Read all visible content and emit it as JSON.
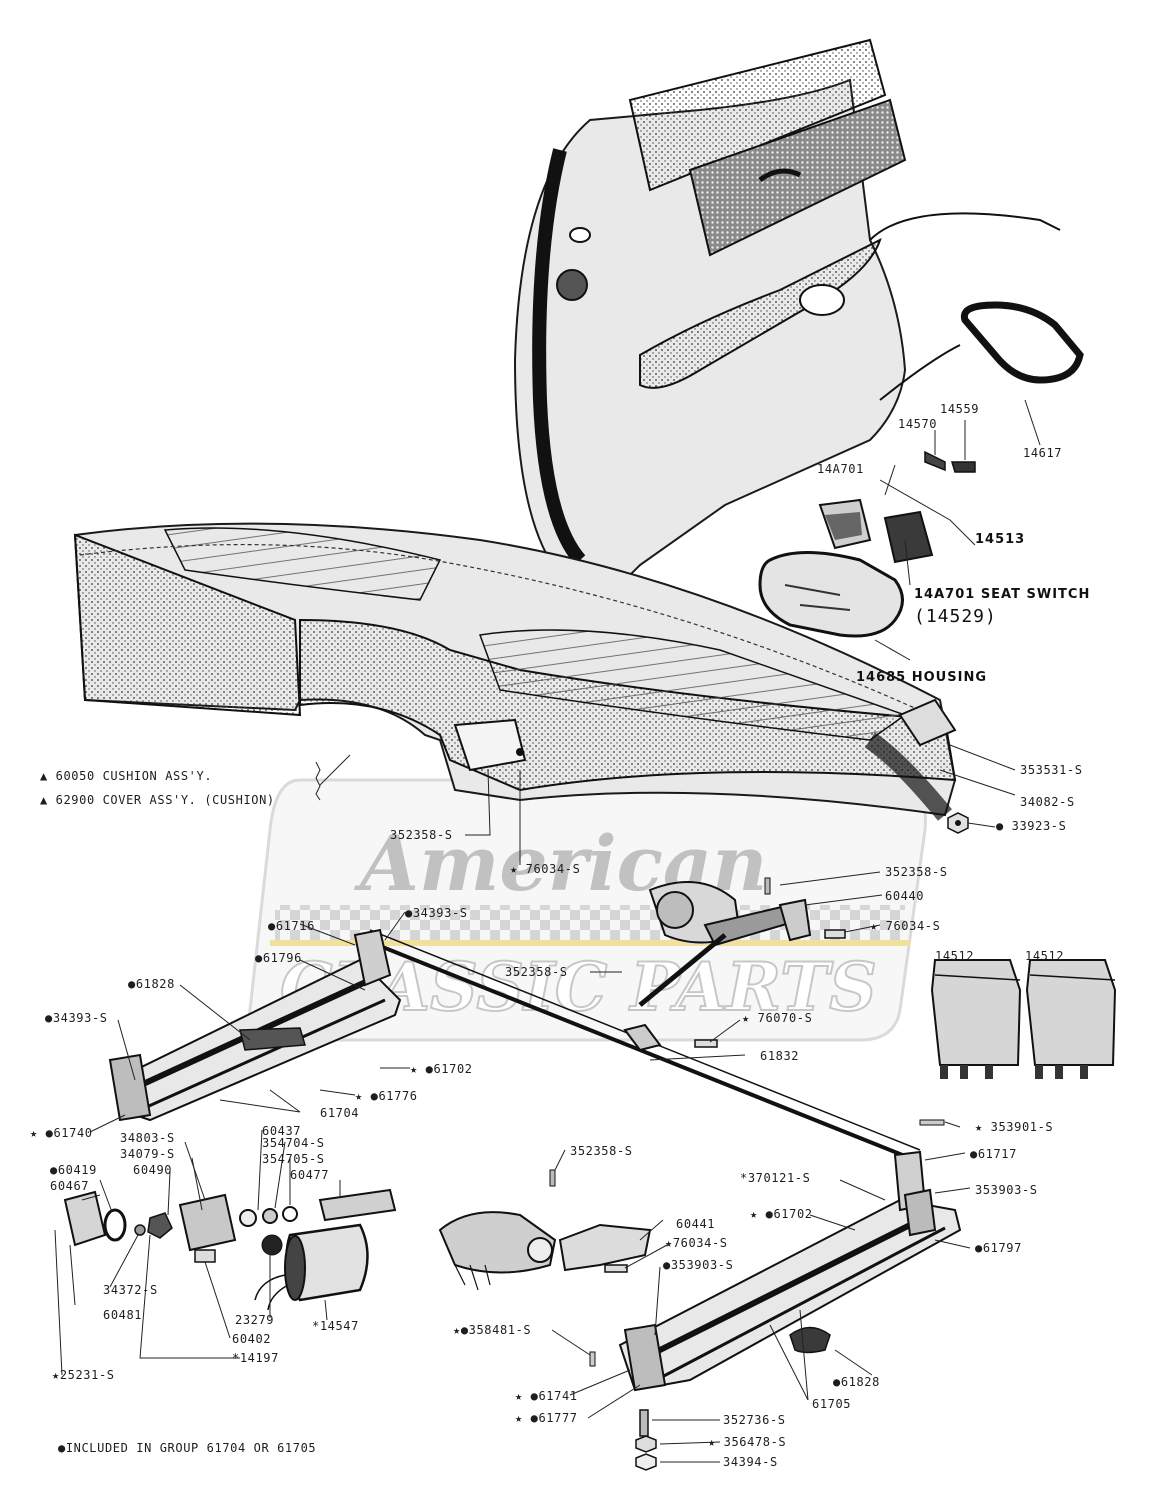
{
  "colors": {
    "ink": "#1e1e1e",
    "paper": "#ffffff",
    "watermark_gold": "#e8c94a",
    "watermark_gray": "#9a9a9a"
  },
  "watermark": {
    "line1": "American",
    "line2": "CLASSIC PARTS"
  },
  "labels": {
    "p14617": "14617",
    "p14559": "14559",
    "p14570": "14570",
    "p14A701_top": "14A701",
    "p14513": "14513",
    "seat_switch": "14A701 SEAT SWITCH",
    "p14529": "(14529)",
    "housing": "14685 HOUSING",
    "cushion_assy": "60050 CUSHION ASS'Y.",
    "cover_assy": "62900 COVER ASS'Y. (CUSHION)",
    "p353531": "353531-S",
    "p34082": "34082-S",
    "p33923": "33923-S",
    "p352358_a": "352358-S",
    "p76034_a": "76034-S",
    "p352358_b": "352358-S",
    "p60440": "60440",
    "p76034_b": "76034-S",
    "p14512_a": "14512",
    "p14512_b": "14512",
    "p61716": "61716",
    "p34393_a": "34393-S",
    "p61796": "61796",
    "p352358_c": "352358-S",
    "p61828_a": "61828",
    "p34393_b": "34393-S",
    "p76070": "76070-S",
    "p61832": "61832",
    "p61702_a": "61702",
    "p61776": "61776",
    "p61704": "61704",
    "p61740": "61740",
    "p34803": "34803-S",
    "p60437": "60437",
    "p34079": "34079-S",
    "p354704": "354704-S",
    "p60490": "60490",
    "p354705": "354705-S",
    "p60419": "60419",
    "p60477": "60477",
    "p60467": "60467",
    "p352358_d": "352358-S",
    "p353901": "353901-S",
    "p61717": "61717",
    "p370121": "370121-S",
    "p353903_a": "353903-S",
    "p61702_b": "61702",
    "p61797": "61797",
    "p60441": "60441",
    "p76034_c": "76034-S",
    "p353903_b": "353903-S",
    "p34372": "34372-S",
    "p60481": "60481",
    "p23279": "23279",
    "p14547": "14547",
    "p60402": "60402",
    "p14197": "14197",
    "p25231": "25231-S",
    "p358481": "358481-S",
    "p61828_b": "61828",
    "p61705": "61705",
    "p61741": "61741",
    "p61777": "61777",
    "p352736": "352736-S",
    "p356478": "356478-S",
    "p34394": "34394-S",
    "footnote": "INCLUDED IN GROUP 61704 OR 61705"
  }
}
